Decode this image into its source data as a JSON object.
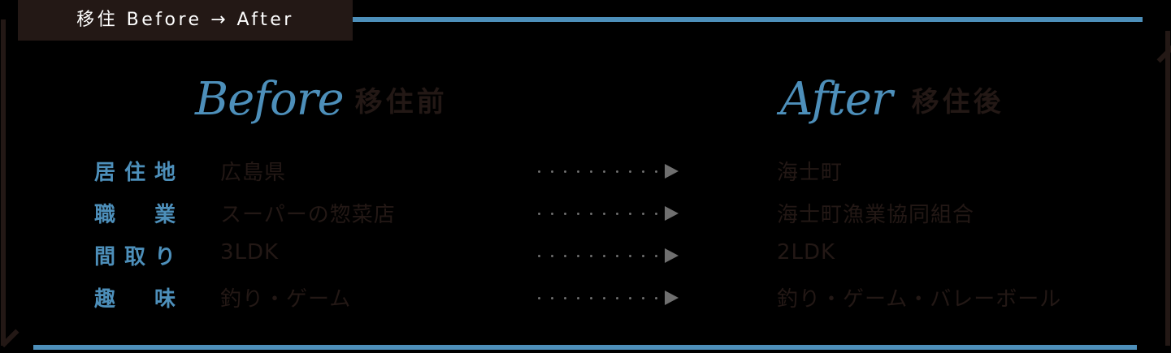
{
  "tag": {
    "label": "移住 Before → After"
  },
  "before": {
    "script_title": "Before",
    "title": "移住前"
  },
  "after": {
    "script_title": "After",
    "title": "移住後"
  },
  "rows": [
    {
      "label_chars": [
        "居",
        "住",
        "地"
      ],
      "before": "広島県",
      "after": "海士町"
    },
    {
      "label_chars": [
        "職",
        "業"
      ],
      "before": "スーパーの惣菜店",
      "after": "海士町漁業協同組合"
    },
    {
      "label_chars": [
        "間",
        "取",
        "り"
      ],
      "before": "3LDK",
      "after": "2LDK"
    },
    {
      "label_chars": [
        "趣",
        "味"
      ],
      "before": "釣り・ゲーム",
      "after": "釣り・ゲーム・バレーボール"
    }
  ],
  "colors": {
    "accent": "#4d8fba",
    "dark": "#231815",
    "arrow": "#6f6f6f",
    "background": "#000000"
  }
}
